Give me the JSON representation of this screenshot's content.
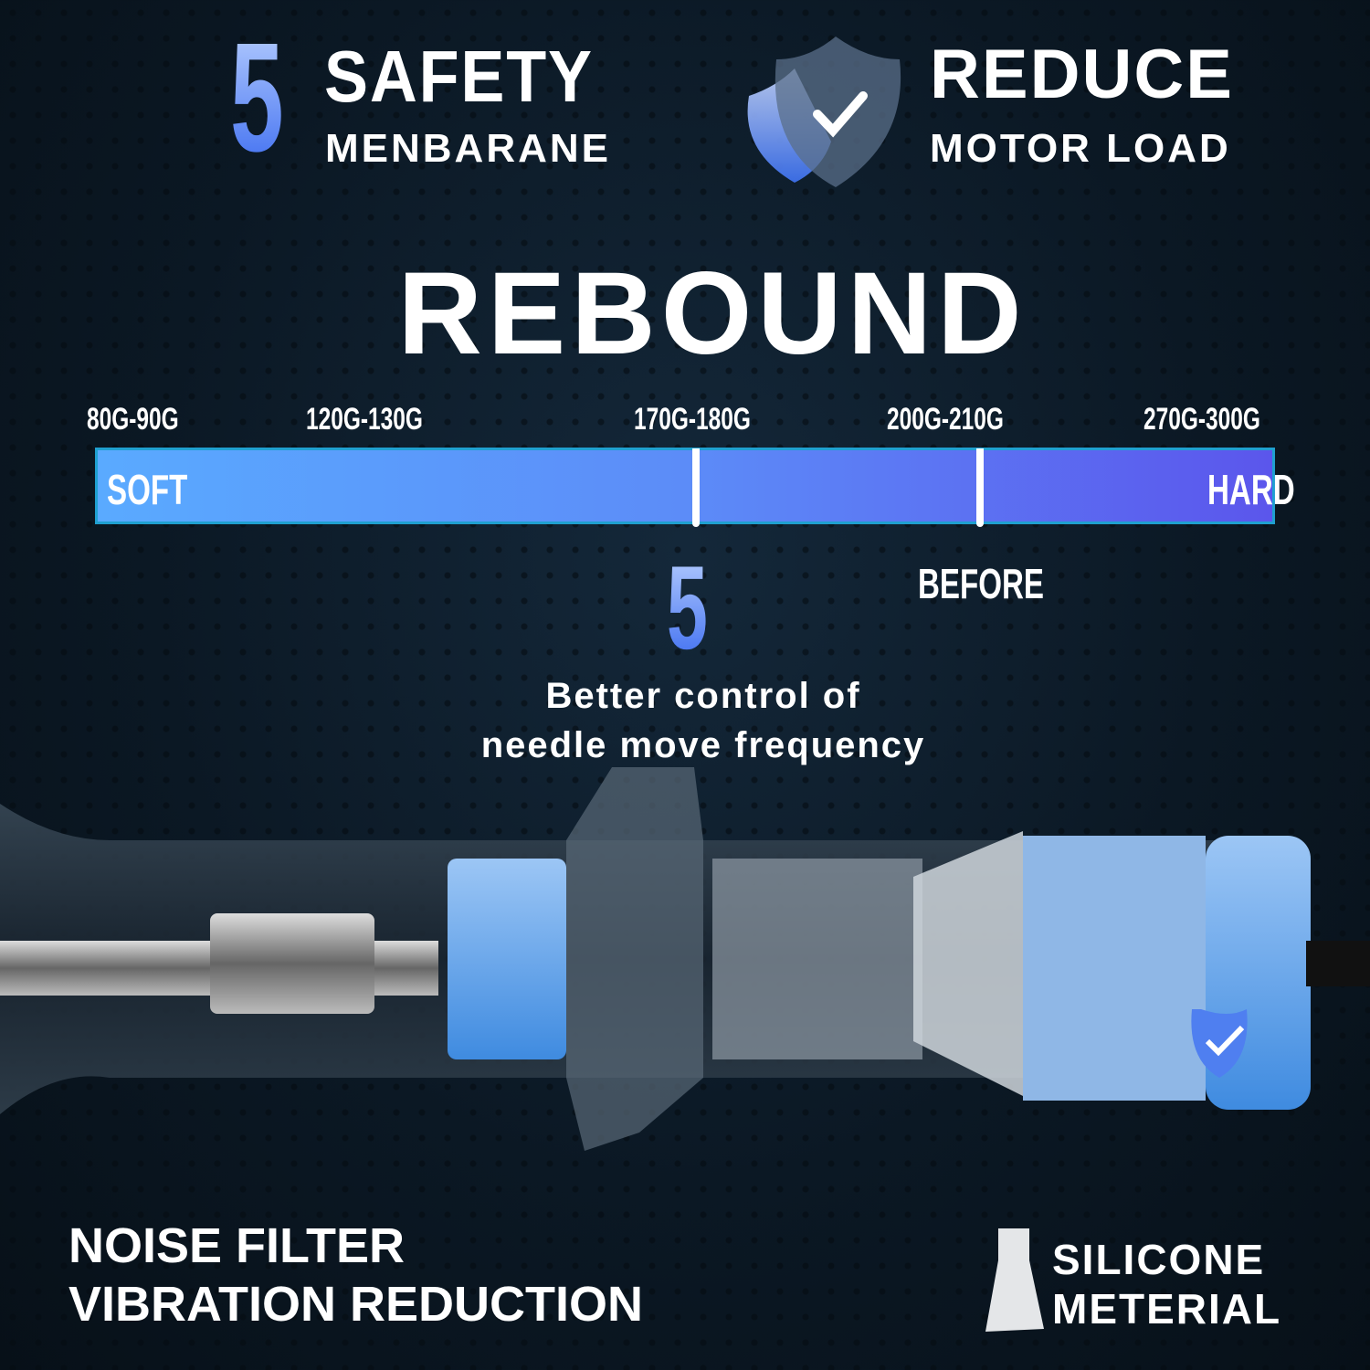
{
  "top_left": {
    "number": "5",
    "title": "SAFETY",
    "subtitle": "MENBARANE"
  },
  "top_right": {
    "title": "REDUCE",
    "subtitle": "MOTOR LOAD",
    "icon": "shield-check-icon"
  },
  "heading": "REBOUND",
  "scale": {
    "labels": [
      "80G-90G",
      "120G-130G",
      "170G-180G",
      "200G-210G",
      "270G-300G"
    ],
    "left_label": "SOFT",
    "right_label": "HARD",
    "marker_new": {
      "label": "5",
      "position_label": "170G-180G"
    },
    "marker_before": {
      "label": "BEFORE",
      "position_label": "200G-210G"
    },
    "colors": {
      "start": "#5aaaff",
      "end": "#5b56ec"
    }
  },
  "caption": {
    "line1": "Better control of",
    "line2": "needle move frequency"
  },
  "bottom_left": {
    "line1": "NOISE FILTER",
    "line2": "VIBRATION REDUCTION"
  },
  "bottom_right": {
    "line1": "SILICONE",
    "line2": "METERIAL"
  }
}
